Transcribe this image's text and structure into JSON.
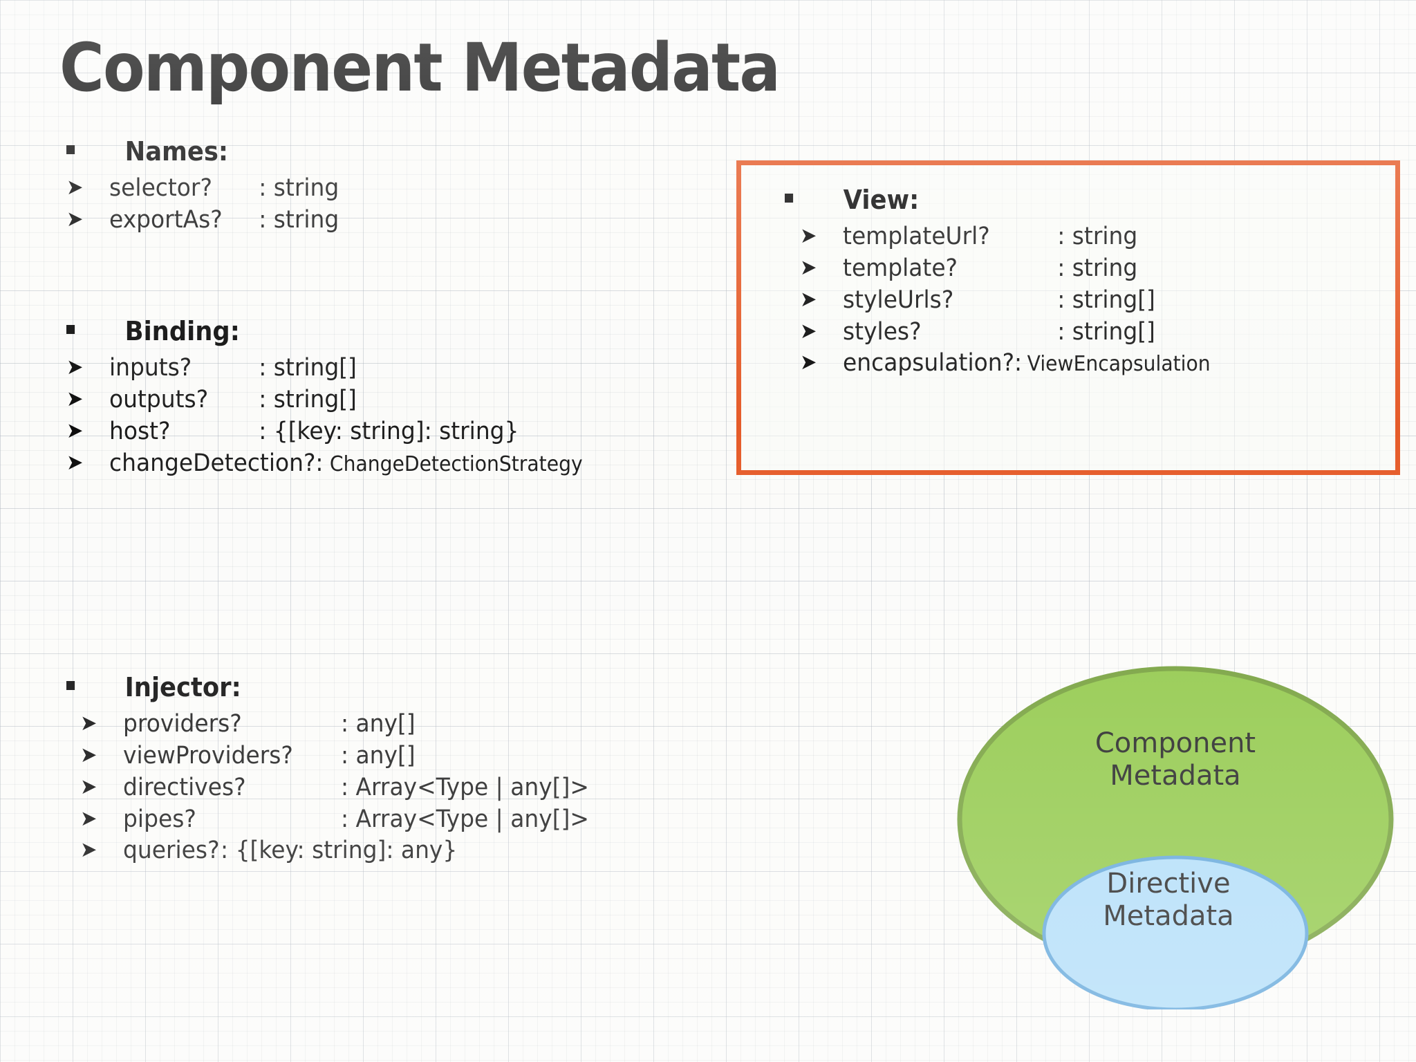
{
  "slide": {
    "title": "Component Metadata"
  },
  "groups": [
    {
      "id": "names",
      "heading": "Names:",
      "bullet_icon": "square-bullet",
      "items": [
        {
          "name": "selector?",
          "type": ": string",
          "arrow_icon": "arrow-bullet",
          "small_type": false
        },
        {
          "name": "exportAs?",
          "type": ": string",
          "arrow_icon": "arrow-bullet",
          "small_type": false
        }
      ]
    },
    {
      "id": "binding",
      "heading": "Binding:",
      "bullet_icon": "square-bullet",
      "items": [
        {
          "name": "inputs?",
          "type": ": string[]",
          "arrow_icon": "arrow-bullet",
          "small_type": false
        },
        {
          "name": "outputs?",
          "type": ": string[]",
          "arrow_icon": "arrow-bullet",
          "small_type": false
        },
        {
          "name": "host?",
          "type": ": {[key: string]: string}",
          "arrow_icon": "arrow-bullet",
          "small_type": false
        },
        {
          "name": "changeDetection?:",
          "type": "ChangeDetectionStrategy",
          "arrow_icon": "arrow-bullet",
          "small_type": true
        }
      ]
    },
    {
      "id": "injector",
      "heading": "Injector:",
      "bullet_icon": "square-bullet",
      "items": [
        {
          "name": "providers?",
          "type": ": any[]",
          "arrow_icon": "arrow-bullet",
          "small_type": false
        },
        {
          "name": "viewProviders?",
          "type": ": any[]",
          "arrow_icon": "arrow-bullet",
          "small_type": false
        },
        {
          "name": "directives?",
          "type": ": Array<Type | any[]>",
          "arrow_icon": "arrow-bullet",
          "small_type": false
        },
        {
          "name": "pipes?",
          "type": ": Array<Type | any[]>",
          "arrow_icon": "arrow-bullet",
          "small_type": false
        },
        {
          "name": "queries?",
          "type": ": {[key: string]: any}",
          "arrow_icon": "arrow-bullet",
          "small_type": false
        }
      ]
    },
    {
      "id": "view",
      "heading": "View:",
      "bullet_icon": "square-bullet",
      "highlight_color": "#E4531E",
      "items": [
        {
          "name": "templateUrl?",
          "type": ": string",
          "arrow_icon": "arrow-bullet",
          "small_type": false
        },
        {
          "name": "template?",
          "type": ": string",
          "arrow_icon": "arrow-bullet",
          "small_type": false
        },
        {
          "name": "styleUrls?",
          "type": ": string[]",
          "arrow_icon": "arrow-bullet",
          "small_type": false
        },
        {
          "name": "styles?",
          "type": ": string[]",
          "arrow_icon": "arrow-bullet",
          "small_type": false
        },
        {
          "name": "encapsulation?:",
          "type": "ViewEncapsulation",
          "arrow_icon": "arrow-bullet",
          "small_type": true
        }
      ]
    }
  ],
  "diagram": {
    "outer": {
      "label_line1": "Component",
      "label_line2": "Metadata",
      "fill": "#8CC641",
      "stroke": "#6E9B31"
    },
    "inner": {
      "label_line1": "Directive",
      "label_line2": "Metadata",
      "fill": "#AEDCF8",
      "stroke": "#5BA3D9"
    }
  }
}
